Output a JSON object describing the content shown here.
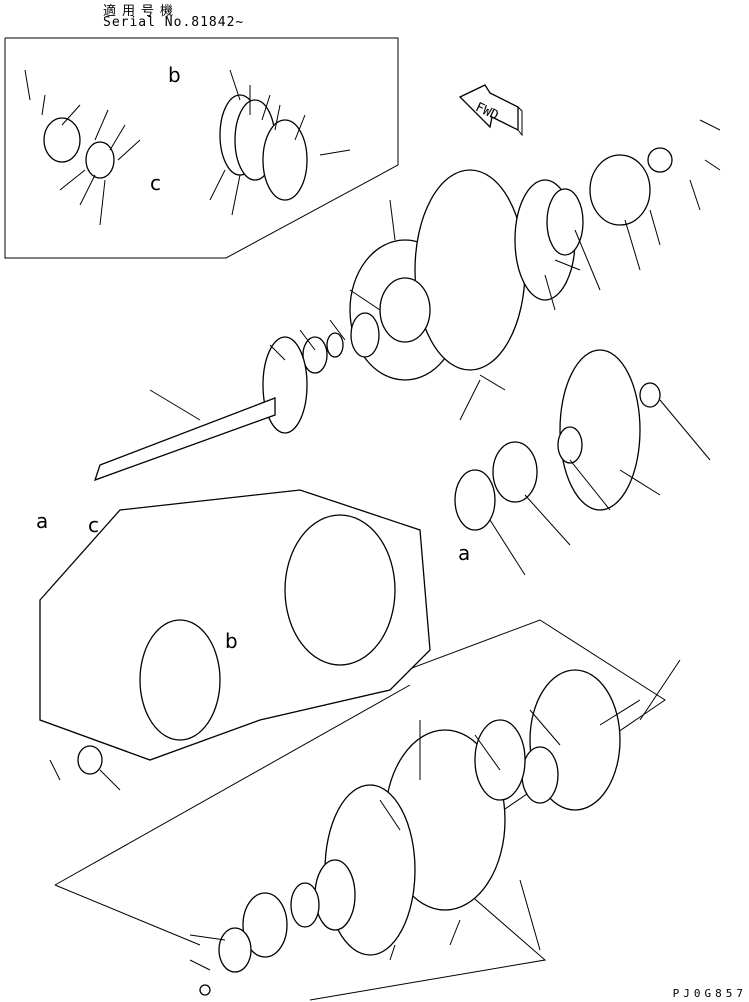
{
  "header": {
    "applicable_model_label": "適用号機",
    "serial": "Serial No.81842~"
  },
  "drawing_code": "PJ0G857",
  "view_labels": {
    "fwd": "FWD",
    "inset_b": "b",
    "inset_c": "c",
    "shaft_a": "a",
    "housing_c": "c",
    "housing_b": "b",
    "housing_a": "a"
  },
  "colors": {
    "line": "#000000",
    "background": "#ffffff"
  }
}
